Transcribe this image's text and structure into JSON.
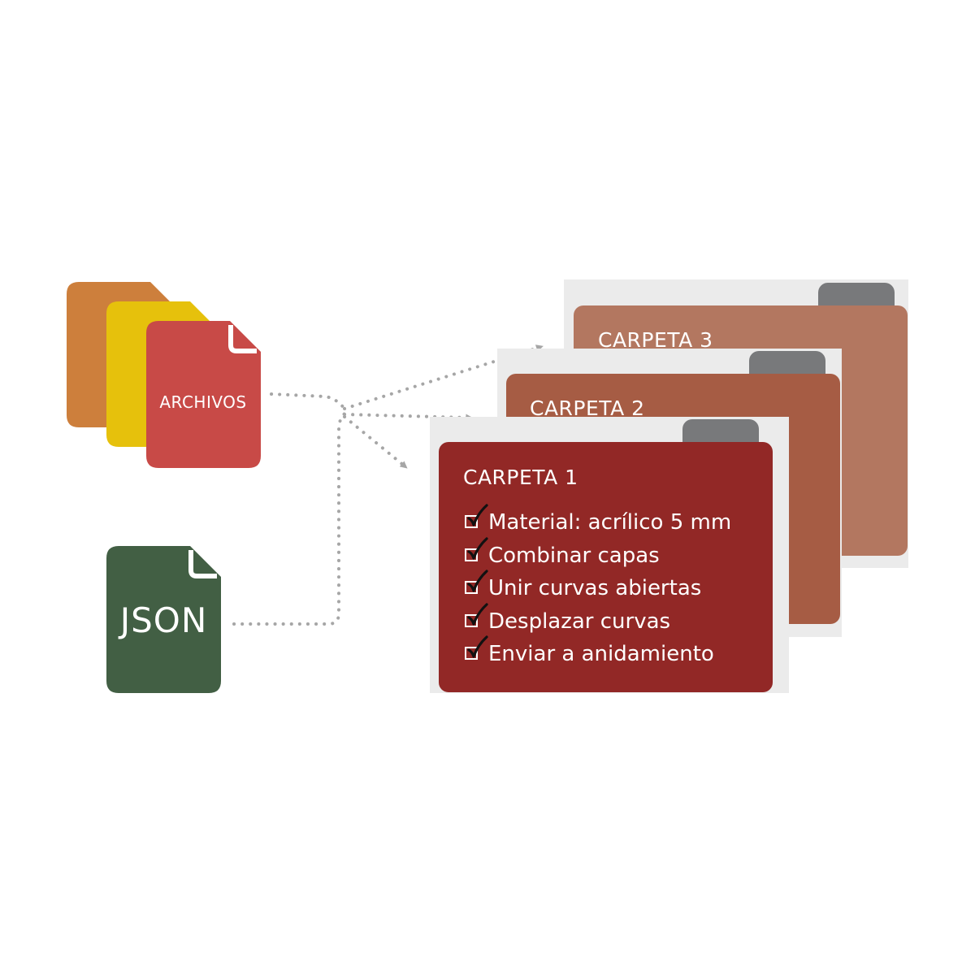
{
  "files": {
    "archivos_label": "ARCHIVOS",
    "json_label": "JSON"
  },
  "folders": [
    {
      "title": "CARPETA 3"
    },
    {
      "title": "CARPETA 2"
    },
    {
      "title": "CARPETA 1"
    }
  ],
  "checklist": [
    {
      "label": "Material: acrílico 5 mm",
      "checked": true
    },
    {
      "label": "Combinar capas",
      "checked": true
    },
    {
      "label": "Unir curvas abiertas",
      "checked": true
    },
    {
      "label": "Desplazar curvas",
      "checked": true
    },
    {
      "label": "Enviar a anidamiento",
      "checked": true
    }
  ],
  "colors": {
    "file_orange": "#cd7f3c",
    "file_yellow": "#e6c10c",
    "file_red": "#c84a47",
    "file_green": "#425f44",
    "folder_3": "#b37760",
    "folder_2": "#a65c44",
    "folder_1": "#922826",
    "folder_tab": "#78797b",
    "connector": "#a6a6a6"
  }
}
